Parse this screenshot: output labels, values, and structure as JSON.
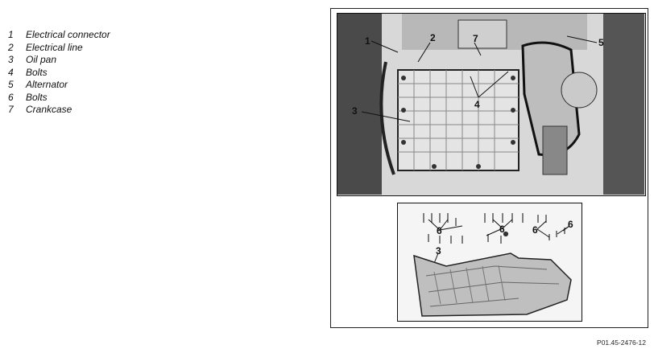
{
  "legend": [
    {
      "num": "1",
      "label": "Electrical connector"
    },
    {
      "num": "2",
      "label": "Electrical line"
    },
    {
      "num": "3",
      "label": "Oil pan"
    },
    {
      "num": "4",
      "label": "Bolts"
    },
    {
      "num": "5",
      "label": "Alternator"
    },
    {
      "num": "6",
      "label": "Bolts"
    },
    {
      "num": "7",
      "label": "Crankcase"
    }
  ],
  "main_callouts": [
    "1",
    "2",
    "7",
    "5",
    "3",
    "4"
  ],
  "inset_callouts": [
    "6",
    "6",
    "6",
    "6",
    "3"
  ],
  "figure_id": "P01.45-2476-12"
}
